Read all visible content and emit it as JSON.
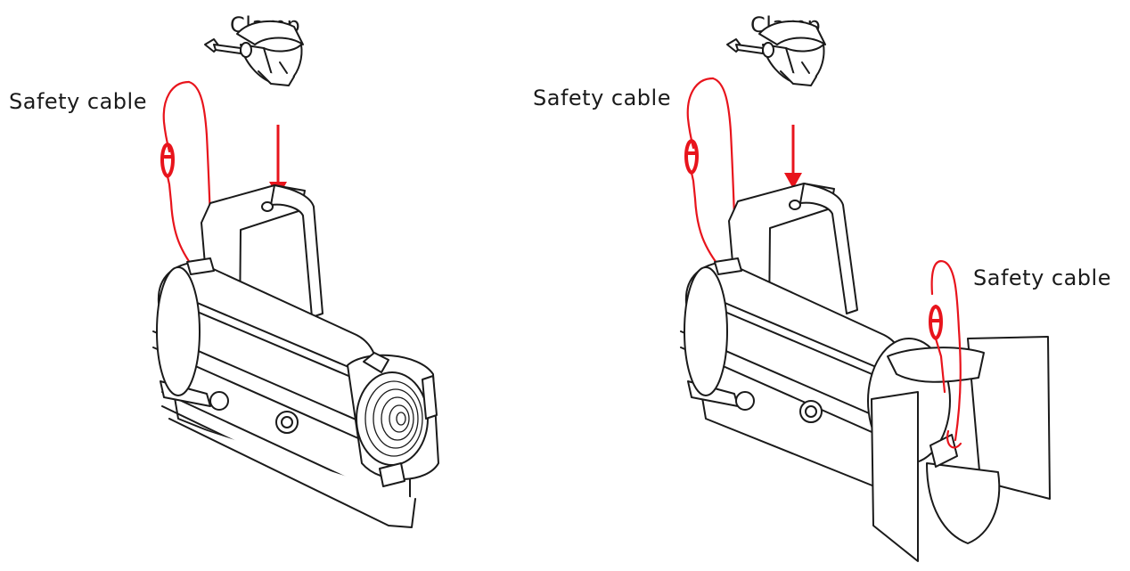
{
  "colors": {
    "cable": "#e8141c",
    "outline": "#1a1a1a",
    "background": "#ffffff"
  },
  "left_panel": {
    "clamp_label": "Clamp",
    "safety_cable_label": "Safety cable"
  },
  "right_panel": {
    "clamp_label": "Clamp",
    "safety_cable_label": "Safety cable",
    "barndoor_safety_cable_label": "Safety cable"
  }
}
